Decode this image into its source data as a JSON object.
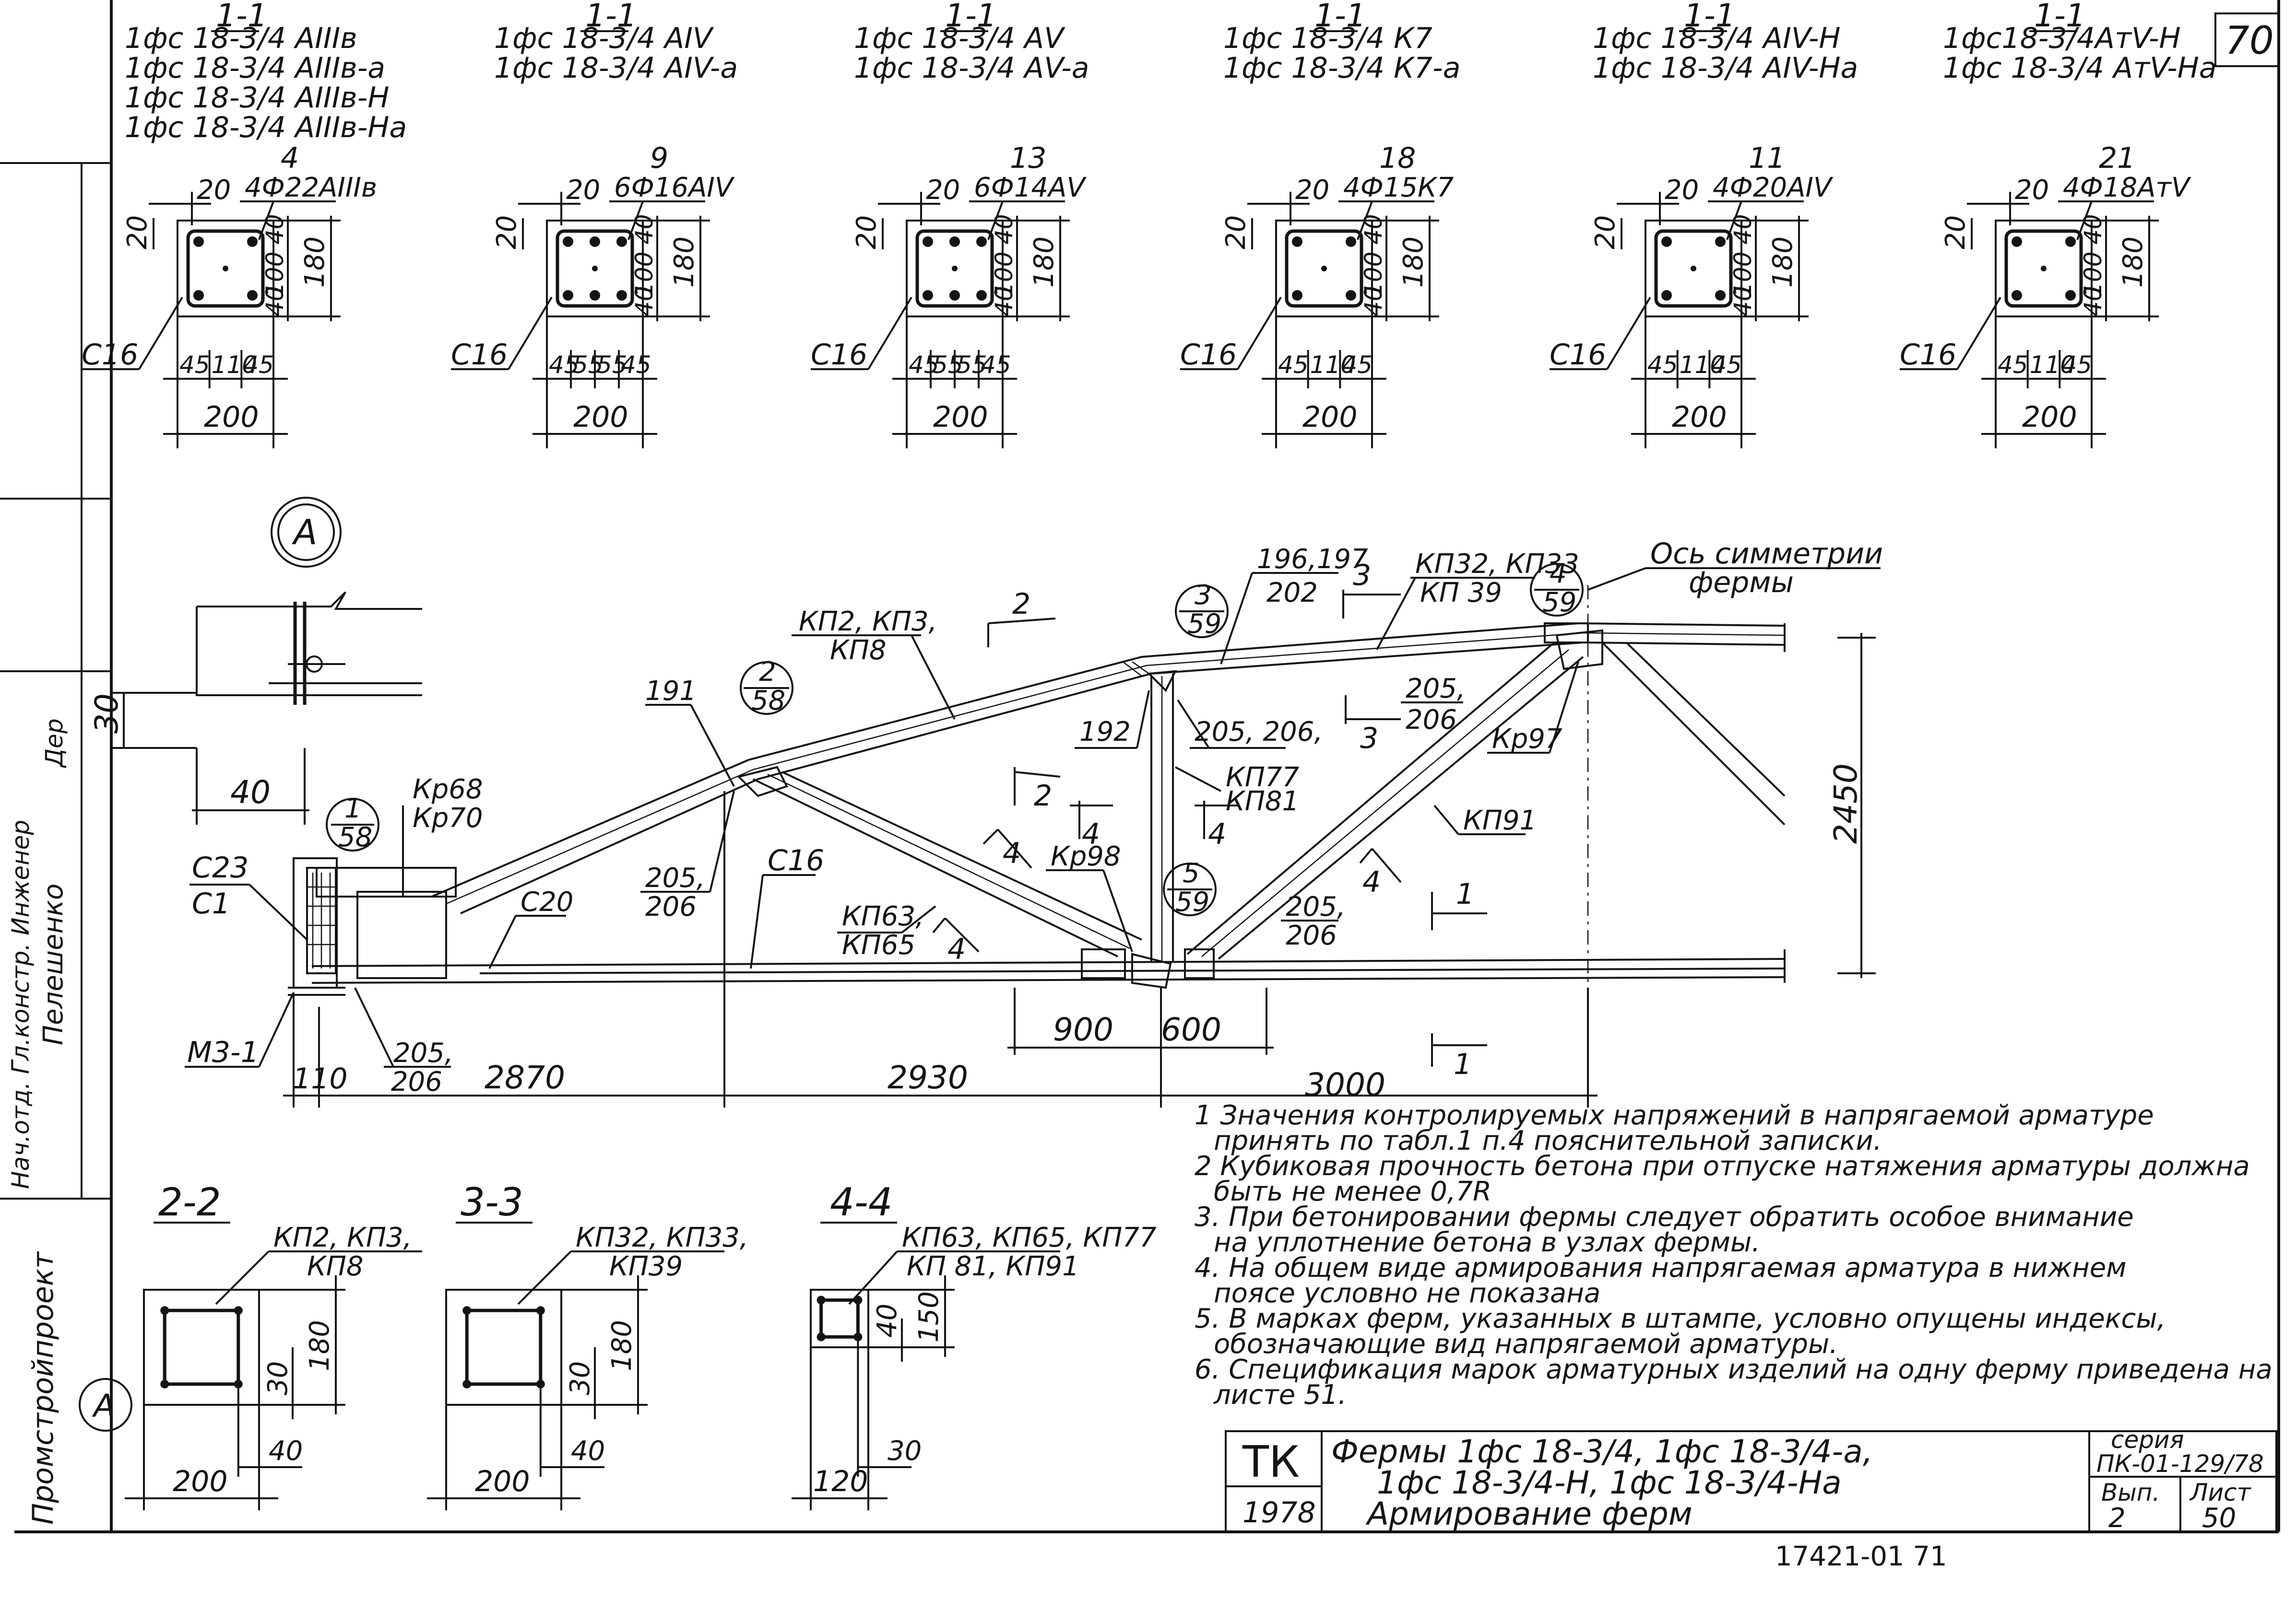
{
  "sheet_number": "70",
  "bottom_stamp_text": "17421-01   71",
  "sections": [
    {
      "title": "1-1",
      "marks": [
        "1фс 18-3/4 АIIIв",
        "1фс 18-3/4 АIIIв-а",
        "1фс 18-3/4 АIIIв-Н",
        "1фс 18-3/4 АIIIв-На"
      ],
      "top_mark": "20",
      "pos": "4",
      "rebar": "4Ф22АIIIв",
      "side": "20",
      "v_top": "40",
      "v_mid": "100",
      "v_bot": "40",
      "v_total": "180",
      "bottom_dims": [
        "45",
        "110",
        "45"
      ],
      "width": "200",
      "code": "С16"
    },
    {
      "title": "1-1",
      "marks": [
        "1фс 18-3/4 АIV",
        "1фс 18-3/4 АIV-а"
      ],
      "top_mark": "20",
      "pos": "9",
      "rebar": "6Ф16АIV",
      "side": "20",
      "v_top": "40",
      "v_mid": "100",
      "v_bot": "40",
      "v_total": "180",
      "bottom_dims": [
        "45",
        "55",
        "55",
        "45"
      ],
      "width": "200",
      "code": "С16"
    },
    {
      "title": "1-1",
      "marks": [
        "1фс 18-3/4 АV",
        "1фс 18-3/4 АV-а"
      ],
      "top_mark": "20",
      "pos": "13",
      "rebar": "6Ф14АV",
      "side": "20",
      "v_top": "40",
      "v_mid": "100",
      "v_bot": "40",
      "v_total": "180",
      "bottom_dims": [
        "45",
        "55",
        "55",
        "45"
      ],
      "width": "200",
      "code": "С16"
    },
    {
      "title": "1-1",
      "marks": [
        "1фс 18-3/4 К7",
        "1фс 18-3/4 К7-а"
      ],
      "top_mark": "20",
      "pos": "18",
      "rebar": "4Ф15К7",
      "side": "20",
      "v_top": "40",
      "v_mid": "100",
      "v_bot": "40",
      "v_total": "180",
      "bottom_dims": [
        "45",
        "110",
        "45"
      ],
      "width": "200",
      "code": "С16"
    },
    {
      "title": "1-1",
      "marks": [
        "1фс 18-3/4 АIV-Н",
        "1фс 18-3/4 АIV-На"
      ],
      "top_mark": "20",
      "pos": "11",
      "rebar": "4Ф20АIV",
      "side": "20",
      "v_top": "40",
      "v_mid": "100",
      "v_bot": "40",
      "v_total": "180",
      "bottom_dims": [
        "45",
        "110",
        "45"
      ],
      "width": "200",
      "code": "С16"
    },
    {
      "title": "1-1",
      "marks": [
        "1фс18-3/4АтV-Н",
        "1фс 18-3/4 АтV-На"
      ],
      "top_mark": "20",
      "pos": "21",
      "rebar": "4Ф18АтV",
      "side": "20",
      "v_top": "40",
      "v_mid": "100",
      "v_bot": "40",
      "v_total": "180",
      "bottom_dims": [
        "45",
        "110",
        "45"
      ],
      "width": "200",
      "code": "С16"
    }
  ],
  "detail_a": {
    "label": "А",
    "dim_v": "30",
    "dim_h": "40"
  },
  "truss": {
    "axis_label": [
      "Ось симметрии",
      "фермы"
    ],
    "labels": {
      "top_chord_left": [
        "КП2, КП3,",
        "КП8"
      ],
      "top_chord_right": [
        "КП32, КП33",
        "КП 39"
      ],
      "pos_196": [
        "196,197",
        "202"
      ],
      "pos_191": "191",
      "pos_192": "192",
      "pos_205a": [
        "205, 206,"
      ],
      "pos_205b": [
        "205,",
        "206"
      ],
      "pos_205c": [
        "205,",
        "206"
      ],
      "pos_205d": [
        "205,",
        "206"
      ],
      "pos_205e": [
        "205,",
        "206"
      ],
      "kp77": [
        "КП77",
        "КП81"
      ],
      "kp97": "Кр97",
      "kp91": "КП91",
      "kp98": "Кр98",
      "kp63": [
        "КП63,",
        "КП65"
      ],
      "c16": "С16",
      "c20": "С20",
      "c23": "С23",
      "c1": "С1",
      "kr68": [
        "Кр68",
        "Кр70"
      ],
      "m3": "М3-1"
    },
    "nodes": [
      {
        "top": "1",
        "bottom": "58"
      },
      {
        "top": "2",
        "bottom": "58"
      },
      {
        "top": "3",
        "bottom": "59"
      },
      {
        "top": "4",
        "bottom": "59"
      },
      {
        "top": "5",
        "bottom": "59"
      }
    ],
    "cuts": [
      "1",
      "1",
      "2",
      "2",
      "3",
      "3",
      "4",
      "4",
      "4",
      "4"
    ],
    "dims": {
      "d110": "110",
      "d2870": "2870",
      "d2930": "2930",
      "d3000": "3000",
      "d900": "900",
      "d600": "600",
      "d2450": "2450"
    }
  },
  "lower_sections": [
    {
      "title": "2-2",
      "label": [
        "КП2, КП3,",
        "КП8"
      ],
      "v1": "30",
      "v2": "180",
      "h1": "40",
      "width": "200"
    },
    {
      "title": "3-3",
      "label": [
        "КП32, КП33,",
        "КП39"
      ],
      "v1": "30",
      "v2": "180",
      "h1": "40",
      "width": "200"
    },
    {
      "title": "4-4",
      "label": [
        "КП63, КП65, КП77",
        "КП 81, КП91"
      ],
      "v1": "40",
      "v2": "150",
      "h1": "30",
      "width": "120"
    }
  ],
  "lower_a": "А",
  "notes": [
    "1 Значения контролируемых напряжений в напрягаемой арматуре",
    "принять по табл.1 п.4 пояснительной записки.",
    "2 Кубиковая прочность бетона при отпуске натяжения арматуры должна",
    "быть не менее 0,7R",
    "3. При бетонировании фермы следует обратить особое внимание",
    "на уплотнение бетона в узлах фермы.",
    "4. На общем виде армирования напрягаемая арматура в нижнем",
    "поясе условно не показана",
    "5. В марках ферм, указанных в штампе, условно опущены индексы,",
    "обозначающие вид напрягаемой арматуры.",
    "6. Спецификация марок арматурных изделий на одну ферму приведена на",
    "листе 51."
  ],
  "title_block": {
    "tk": "ТК",
    "year": "1978",
    "title_lines": [
      "Фермы 1фс 18-3/4,  1фс 18-3/4-а,",
      "1фс 18-3/4-Н,  1фс 18-3/4-На",
      "Армирование ферм"
    ],
    "series_label": "серия",
    "series_value": "ПК-01-129/78",
    "issue_label": "Вып.",
    "issue_value": "2",
    "sheet_label": "Лист",
    "sheet_value": "50"
  },
  "left_margin": {
    "org": "Промстройпроект",
    "roles": "Нач.отд.  Гл.констр.  Инженер",
    "name": "Пелешенко",
    "signature": "Дер"
  }
}
